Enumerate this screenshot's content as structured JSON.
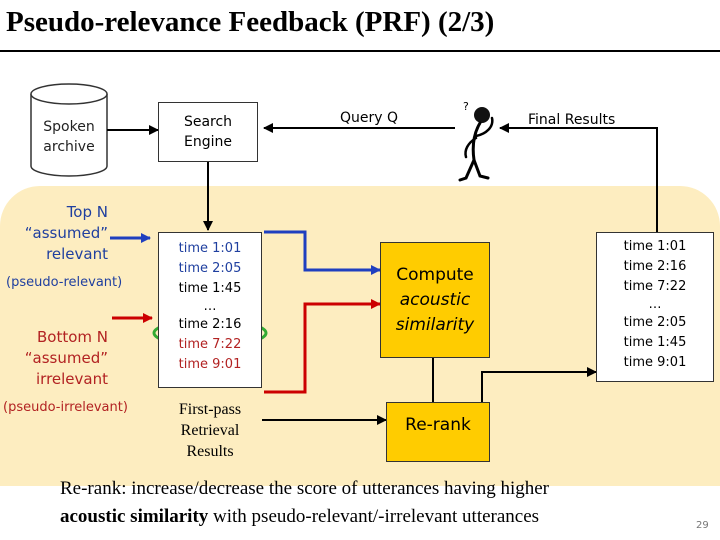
{
  "slide": {
    "title": "Pseudo-relevance Feedback (PRF) (2/3)",
    "page_number": "29"
  },
  "archive": {
    "lines": [
      "Spoken",
      "archive"
    ]
  },
  "search_engine": {
    "lines": [
      "Search",
      "Engine"
    ]
  },
  "query": {
    "label": "Query Q"
  },
  "user": {
    "question_mark": "?"
  },
  "final_results": {
    "label": "Final Results"
  },
  "top_n": {
    "lines": [
      "Top N",
      "“assumed”",
      "relevant"
    ],
    "sub": "(pseudo-relevant)"
  },
  "bottom_n": {
    "lines": [
      "Bottom N",
      "“assumed”",
      "irrelevant"
    ],
    "sub": "(pseudo-irrelevant)"
  },
  "first_pass": {
    "items": [
      "time 1:01",
      "time 2:05",
      "time 1:45",
      "…",
      "time 2:16",
      "time 7:22",
      "time 9:01"
    ],
    "caption": [
      "First-pass",
      "Retrieval",
      "Results"
    ]
  },
  "compute": {
    "lines": [
      "Compute",
      "acoustic",
      "similarity"
    ]
  },
  "rerank": {
    "label": "Re-rank"
  },
  "final_list": {
    "items": [
      "time 1:01",
      "time 2:16",
      "time 7:22",
      "…",
      "time 2:05",
      "time 1:45",
      "time 9:01"
    ]
  },
  "footer": {
    "line1": "Re-rank: increase/decrease the score of utterances having higher",
    "line2_bold": "acoustic similarity",
    "line2_rest": " with pseudo-relevant/-irrelevant utterances"
  },
  "colors": {
    "panel": "#fdedc0",
    "compute_box": "#ffcc00",
    "rerank_box": "#ffcc00",
    "relevant_bracket": "#1f3fbf",
    "irrelevant_bracket": "#cc0000",
    "highlight_ellipse": "#33aa33"
  }
}
